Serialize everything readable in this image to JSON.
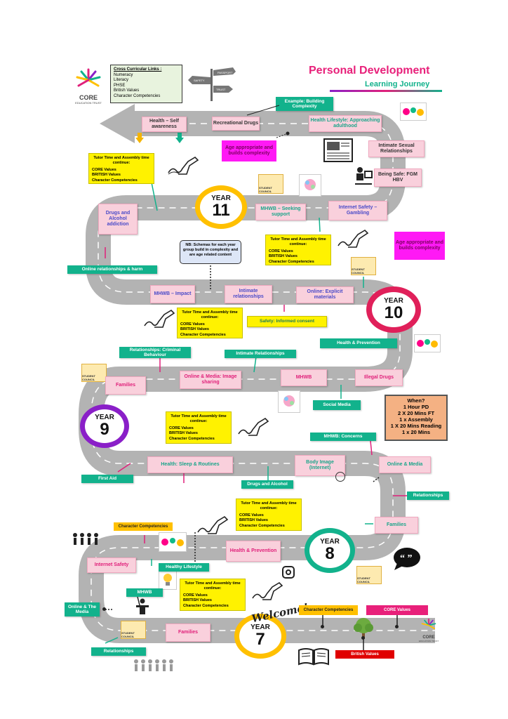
{
  "header": {
    "title": "Personal Development",
    "subtitle": "Learning Journey"
  },
  "logo": {
    "text": "CORE",
    "subtext": "EDUCATION TRUST"
  },
  "logo_bottom": {
    "text": "CORE",
    "subtext": "EDUCATION TRUST"
  },
  "cross_curricular": {
    "heading": "Cross Curricular Links :",
    "items": [
      "Numeracy",
      "Literacy",
      "PHSE",
      "British Values",
      "Character Competencies"
    ]
  },
  "years": {
    "y11": {
      "label": "YEAR",
      "num": "11"
    },
    "y10": {
      "label": "YEAR",
      "num": "10"
    },
    "y9": {
      "label": "YEAR",
      "num": "9"
    },
    "y8": {
      "label": "YEAR",
      "num": "8"
    },
    "y7": {
      "label": "YEAR",
      "num": "7"
    }
  },
  "tutor": {
    "heading": "Tutor Time and Assembly time continue:",
    "items": [
      "CORE Values",
      "BRITISH Values",
      "Character Competencies"
    ]
  },
  "topics": {
    "health_self": "Health – Self awareness",
    "recreational_drugs": "Recreational Drugs",
    "health_lifestyle": "Health Lifestyle: Approaching adulthood",
    "intimate_sexual": "Intimate Sexual Relationships",
    "being_safe": "Being Safe: FGM HBV",
    "drugs_alcohol_addiction": "Drugs and Alcohol addiction",
    "mhwb_seeking": "MHWB – Seeking support",
    "internet_safety_gambling": "Internet Safety – Gambling",
    "mhwb_impact": "MHWB – Impact",
    "intimate_relationships": "Intimate relationships",
    "online_explicit": "Online: Explicit materials",
    "families_9": "Families",
    "online_media_sharing": "Online & Media: Image sharing",
    "mhwb_9": "MHWB",
    "illegal_drugs": "Illegal Drugs",
    "health_sleep": "Health: Sleep & Routines",
    "body_image": "Body Image (Internet)",
    "online_media_8": "Online & Media",
    "families_8": "Families",
    "health_prevention_8": "Health & Prevention",
    "internet_safety_8": "Internet Safety",
    "families_7": "Families"
  },
  "teal_labels": {
    "example": "Example: Building Complexity",
    "online_rel_harm": "Online relationships & harm",
    "safety_consent": "Safety: Informed consent",
    "health_prevention": "Health & Prevention",
    "rel_criminal": "Relationships: Criminal Behaviour",
    "intimate_rel": "Intimate Relationships",
    "social_media": "Social Media",
    "mhwb_concerns": "MHWB: Concerns",
    "first_aid": "First Aid",
    "drugs_alcohol": "Drugs and Alcohol",
    "relationships_8": "Relationships",
    "healthy_lifestyle": "Healthy Lifestyle",
    "mhwb_7": "MHWB",
    "online_media_7": "Online & The Media",
    "relationships_7": "Relationships"
  },
  "age_box_1": "Age appropriate and builds complexity",
  "age_box_2": "Age appropriate and builds complexity",
  "nb_box": "NB: Schemas for each year group build in complexity and are age related content",
  "when": {
    "title": "When?",
    "lines": [
      "1 Hour PD",
      "2 X 20 Mins FT",
      "1 x Assembly",
      "1 X 20 Mins Reading",
      "1 x 20 Mins"
    ]
  },
  "bottom_labels": {
    "character_competencies_8": "Character Competencies",
    "character_competencies_7": "Character Competencies",
    "core_values": "CORE Values",
    "british_values": "British Values"
  },
  "welcome": "Welcome!",
  "badge": "STUDENT COUNCIL",
  "signs": [
    "PASSPORT",
    "SAFETY",
    "TRUST"
  ],
  "colors": {
    "pink": "#e0207a",
    "teal": "#12b28c",
    "yellow": "#fff200",
    "magenta": "#ff19f5",
    "road": "#b5b5b5",
    "y11": "#ffc000",
    "y10": "#e0205a",
    "y9": "#8a1fc8",
    "y8": "#12b28c",
    "y7": "#ffc000"
  }
}
